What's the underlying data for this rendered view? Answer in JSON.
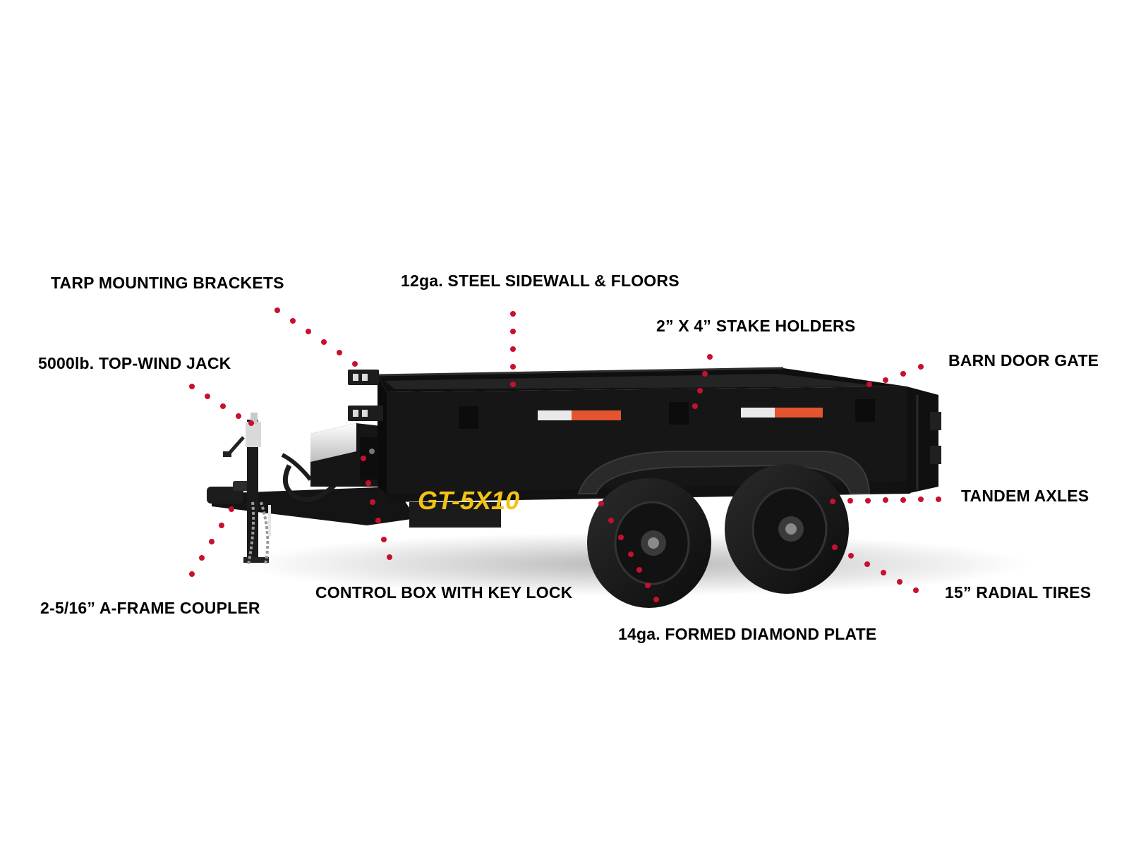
{
  "product": {
    "model_decal": "GT-5X10"
  },
  "colors": {
    "background": "#ffffff",
    "label_text": "#000000",
    "leader_dots": "#c8102e",
    "trailer_body": "#151515",
    "decal_yellow": "#f2c315",
    "reflector_red": "#e2552f",
    "reflector_white": "#e9e9e9"
  },
  "callouts": {
    "tarp_brackets": "TARP MOUNTING BRACKETS",
    "steel_sidewall": "12ga. STEEL SIDEWALL & FLOORS",
    "stake_holders": "2” X 4” STAKE HOLDERS",
    "top_wind_jack": "5000lb. TOP-WIND JACK",
    "barn_door_gate": "BARN DOOR GATE",
    "tandem_axles": "TANDEM AXLES",
    "control_box": "CONTROL BOX WITH KEY LOCK",
    "coupler": "2-5/16” A-FRAME COUPLER",
    "radial_tires": "15” RADIAL TIRES",
    "diamond_plate": "14ga. FORMED DIAMOND PLATE"
  }
}
